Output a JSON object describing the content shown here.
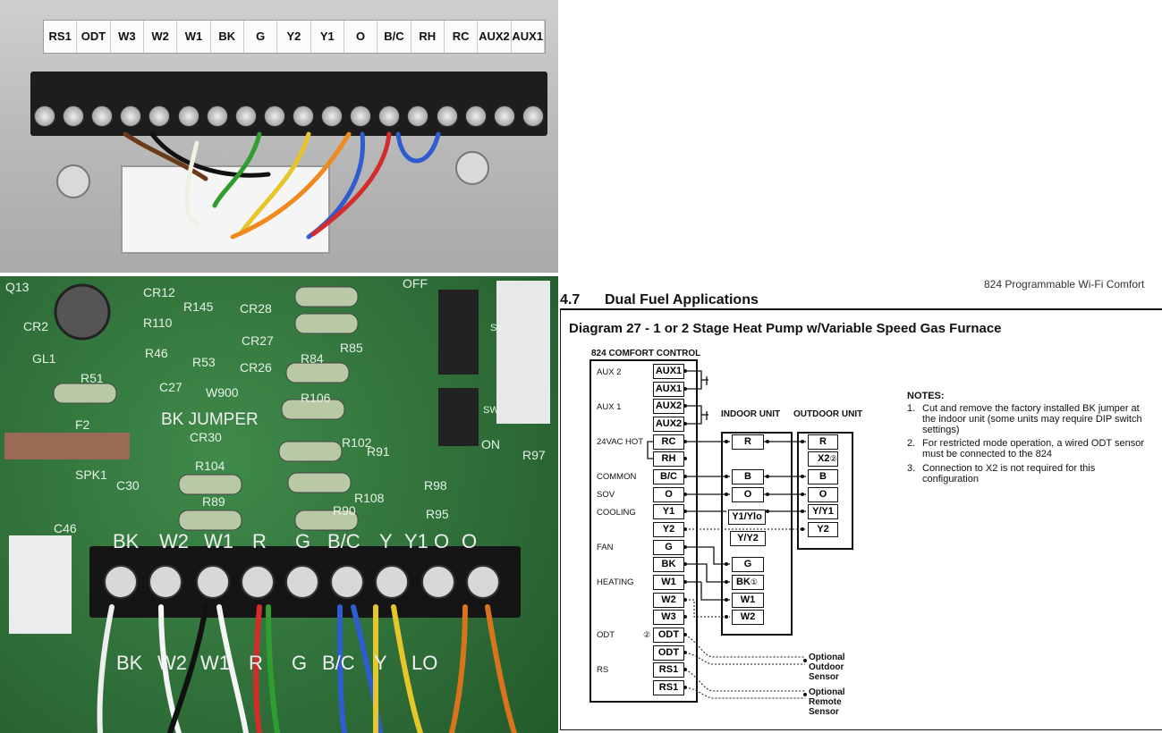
{
  "top_photo": {
    "labels": [
      "RS1",
      "ODT",
      "W3",
      "W2",
      "W1",
      "BK",
      "G",
      "Y2",
      "Y1",
      "O",
      "B/C",
      "RH",
      "RC",
      "AUX2",
      "AUX1"
    ]
  },
  "bottom_photo": {
    "silk": [
      "Q13",
      "CR12",
      "CR2",
      "R110",
      "R145",
      "CR28",
      "GL1",
      "R46",
      "R53",
      "CR27",
      "R85",
      "R51",
      "C27",
      "R84",
      "CR26",
      "W900",
      "R106",
      "F2",
      "BK JUMPER",
      "CR30",
      "R102",
      "R91",
      "R97",
      "SPK1",
      "C30",
      "R104",
      "R98",
      "R89",
      "R108",
      "R90",
      "R95",
      "C46",
      "OFF",
      "ON",
      "SW4",
      "SW3"
    ],
    "terminal_labels": [
      "BK",
      "W2",
      "W1",
      "R",
      "G",
      "B/C",
      "Y",
      "Y1 O",
      "O"
    ],
    "bottom_labels": [
      "BK",
      "W2",
      "W1",
      "R",
      "G",
      "B/C",
      "Y",
      "LO"
    ]
  },
  "diagram": {
    "page_header": "824 Programmable Wi-Fi Comfort",
    "section": "4.7",
    "section_title": "Dual Fuel Applications",
    "title": "Diagram 27 - 1 or 2 Stage Heat Pump w/Variable Speed Gas Furnace",
    "control_title": "824 COMFORT CONTROL",
    "indoor_title": "INDOOR UNIT",
    "outdoor_title": "OUTDOOR UNIT",
    "left_labels": [
      "AUX 2",
      "AUX 1",
      "24VAC HOT",
      "COMMON",
      "SOV",
      "COOLING",
      "FAN",
      "HEATING",
      "ODT",
      "RS"
    ],
    "control_terminals": [
      "AUX1",
      "AUX1",
      "AUX2",
      "AUX2",
      "RC",
      "RH",
      "B/C",
      "O",
      "Y1",
      "Y2",
      "G",
      "BK",
      "W1",
      "W2",
      "W3",
      "ODT",
      "ODT",
      "RS1",
      "RS1"
    ],
    "indoor_terminals": [
      "R",
      "B",
      "O",
      "Y1/Ylo",
      "Y/Y2",
      "G",
      "BK",
      "W1",
      "W2"
    ],
    "outdoor_terminals": [
      "R",
      "X2",
      "B",
      "O",
      "Y/Y1",
      "Y2"
    ],
    "odt_marker": "②",
    "indoor_bk_marker": "①",
    "outdoor_x2_marker": "②",
    "optional_outdoor": [
      "Optional",
      "Outdoor",
      "Sensor"
    ],
    "optional_remote": [
      "Optional",
      "Remote",
      "Sensor"
    ],
    "notes_title": "NOTES:",
    "notes": [
      {
        "num": "1.",
        "lines": [
          "Cut and remove the factory installed BK jumper at",
          "the indoor unit (some units may require DIP switch",
          "settings)"
        ]
      },
      {
        "num": "2.",
        "lines": [
          "For restricted mode operation, a wired ODT sensor",
          "must be connected to the 824"
        ]
      },
      {
        "num": "3.",
        "lines": [
          "Connection  to  X2  is  not  required  for  this",
          "configuration"
        ]
      }
    ]
  }
}
